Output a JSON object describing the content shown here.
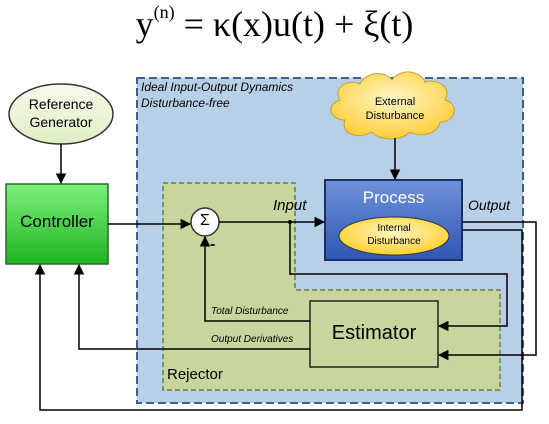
{
  "equation": {
    "y": "y",
    "superscript": "(n)",
    "rhs": "= κ(x)u(t) + ξ(t)"
  },
  "regions": {
    "ideal_line1": "Ideal Input-Output Dynamics",
    "ideal_line2": "Disturbance-free",
    "rejector": "Rejector"
  },
  "blocks": {
    "reference_line1": "Reference",
    "reference_line2": "Generator",
    "controller": "Controller",
    "process": "Process",
    "internal_line1": "Internal",
    "internal_line2": "Disturbance",
    "external_line1": "External",
    "external_line2": "Disturbance",
    "estimator": "Estimator",
    "sum_symbol": "Σ",
    "minus_sign": "-"
  },
  "signals": {
    "input": "Input",
    "output": "Output",
    "total_disturbance": "Total Disturbance",
    "output_derivatives": "Output Derivatives"
  },
  "colors": {
    "ideal_region": "#b8cfe8",
    "rejector_region": "#c6d69c",
    "controller": "#3cd23c",
    "process": "#2f55b4",
    "estimator": "#c6d69c",
    "cloud": "#ffd34d"
  }
}
